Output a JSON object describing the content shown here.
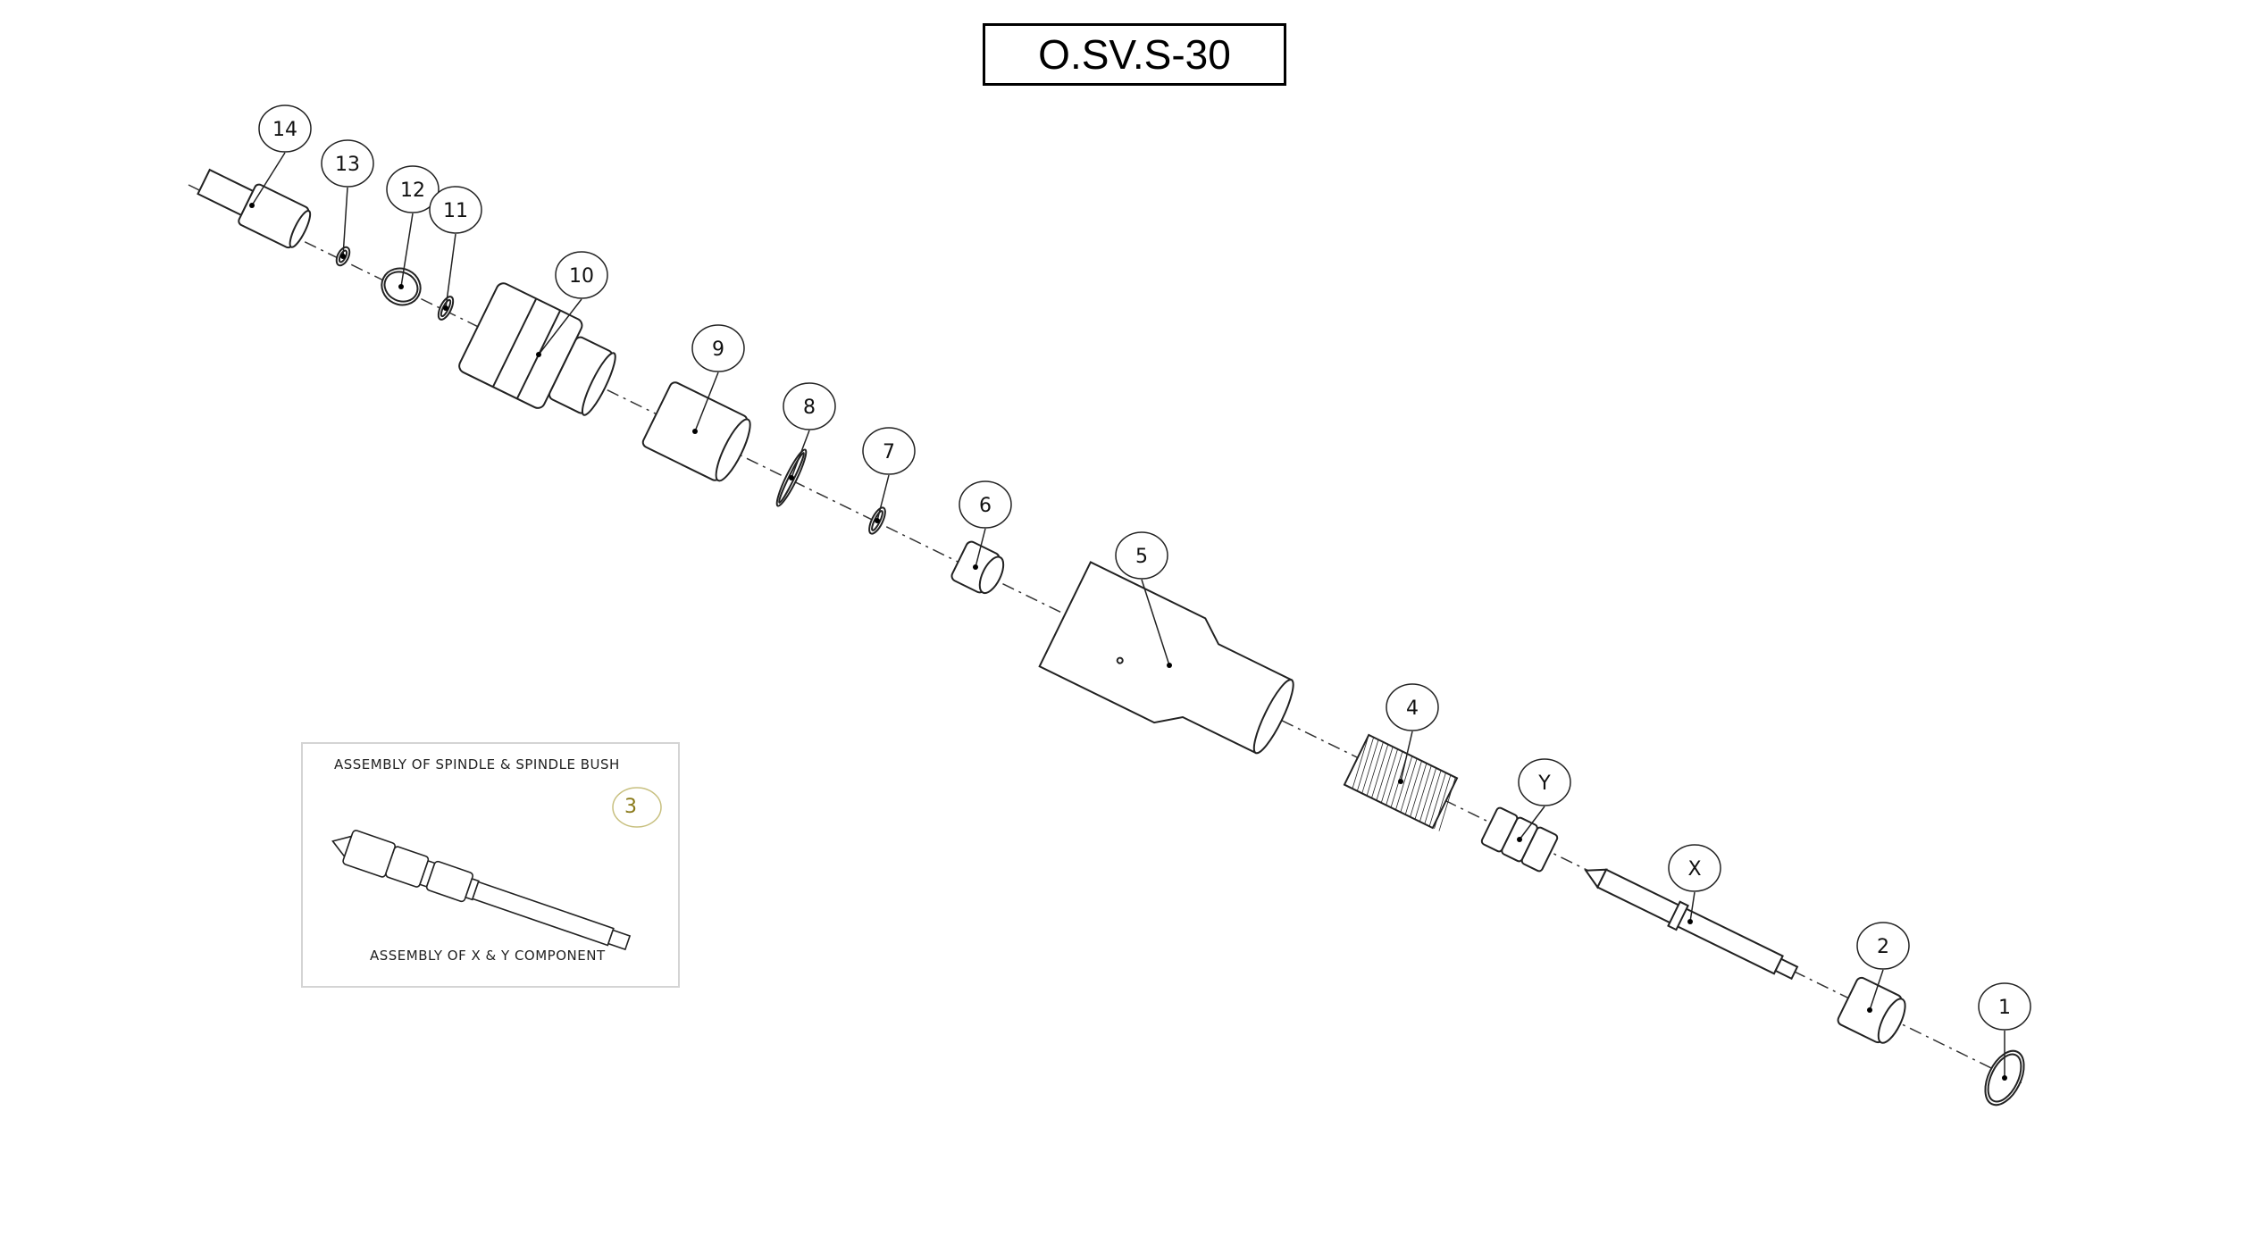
{
  "title": "O.SV.S-30",
  "balloons": [
    "14",
    "13",
    "12",
    "11",
    "10",
    "9",
    "8",
    "7",
    "6",
    "5",
    "4",
    "Y",
    "X",
    "2",
    "1"
  ],
  "inset": {
    "heading": "ASSEMBLY OF SPINDLE & SPINDLE BUSH",
    "balloon": "3",
    "caption": "ASSEMBLY OF X & Y COMPONENT",
    "balloon_color": "#8a7a1a"
  }
}
